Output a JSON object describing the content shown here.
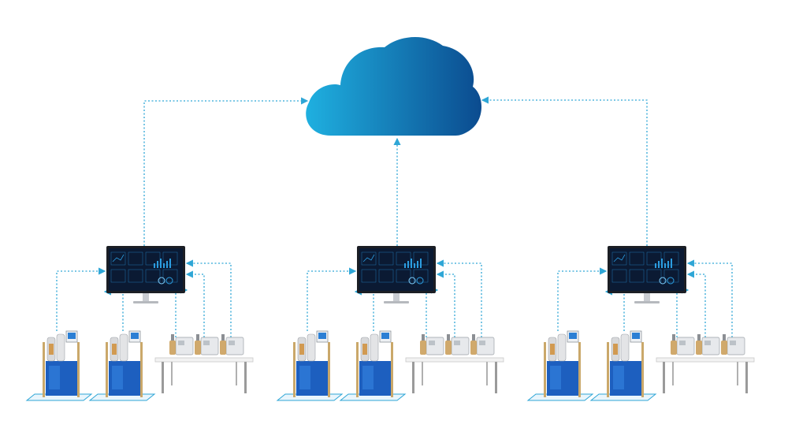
{
  "diagram": {
    "type": "cloud-network-topology",
    "colors": {
      "background": "#ffffff",
      "connector": "#2ea6d6",
      "cloud_light": "#1fb0e0",
      "cloud_dark": "#0b4b8f",
      "monitor_frame": "#1b1e24",
      "screen_bg": "#0b1a33",
      "screen_accent": "#2b9de0",
      "bioreactor_blue": "#1d5fbf",
      "table_top": "#f2f2f2"
    },
    "cloud": {
      "icon": "cloud-icon"
    },
    "sites": [
      {
        "id": "site-1",
        "monitor": {
          "icon": "dashboard-monitor-icon"
        },
        "bioreactors": [
          {
            "icon": "bioreactor-icon"
          },
          {
            "icon": "bioreactor-icon"
          }
        ],
        "bench_units": [
          {
            "icon": "benchtop-bioreactor-icon"
          },
          {
            "icon": "benchtop-bioreactor-icon"
          },
          {
            "icon": "benchtop-bioreactor-icon"
          }
        ]
      },
      {
        "id": "site-2",
        "monitor": {
          "icon": "dashboard-monitor-icon"
        },
        "bioreactors": [
          {
            "icon": "bioreactor-icon"
          },
          {
            "icon": "bioreactor-icon"
          }
        ],
        "bench_units": [
          {
            "icon": "benchtop-bioreactor-icon"
          },
          {
            "icon": "benchtop-bioreactor-icon"
          },
          {
            "icon": "benchtop-bioreactor-icon"
          }
        ]
      },
      {
        "id": "site-3",
        "monitor": {
          "icon": "dashboard-monitor-icon"
        },
        "bioreactors": [
          {
            "icon": "bioreactor-icon"
          },
          {
            "icon": "bioreactor-icon"
          }
        ],
        "bench_units": [
          {
            "icon": "benchtop-bioreactor-icon"
          },
          {
            "icon": "benchtop-bioreactor-icon"
          },
          {
            "icon": "benchtop-bioreactor-icon"
          }
        ]
      }
    ]
  }
}
